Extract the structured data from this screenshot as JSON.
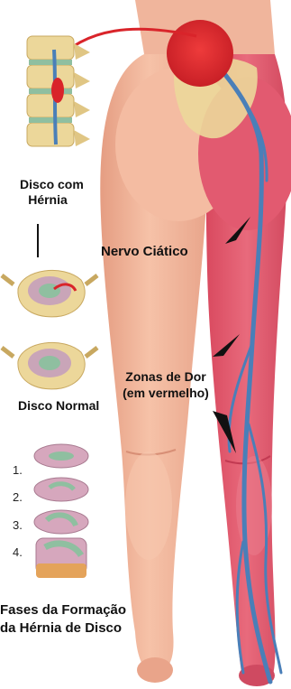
{
  "labels": {
    "herniated_disc": [
      "Disco com",
      "Hérnia"
    ],
    "sciatic_nerve": "Nervo Ciático",
    "pain_zones": [
      "Zonas de Dor",
      "(em vermelho)"
    ],
    "normal_disc": "Disco Normal",
    "stages": [
      "1.",
      "2.",
      "3.",
      "4."
    ],
    "caption": [
      "Fases da Formação",
      "da Hérnia de Disco"
    ]
  },
  "colors": {
    "skin": "#f2b49a",
    "skin_shadow": "#e39a80",
    "pain_zone": "#e0546a",
    "nerve": "#4a7fb8",
    "highlight": "#d9242a",
    "bone": "#e9d49a",
    "disc": "#8fbfa0"
  }
}
